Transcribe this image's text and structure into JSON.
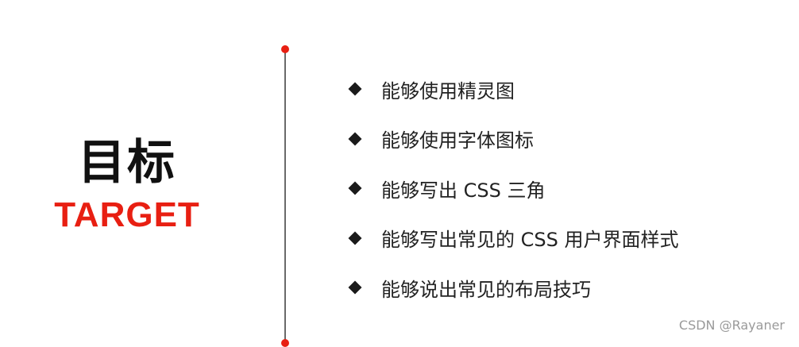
{
  "heading": {
    "title_zh": "目标",
    "title_en": "TARGET"
  },
  "goals": [
    {
      "text": "能够使用精灵图"
    },
    {
      "text": "能够使用字体图标"
    },
    {
      "text": "能够写出 CSS 三角"
    },
    {
      "text": "能够写出常见的 CSS 用户界面样式"
    },
    {
      "text": "能够说出常见的布局技巧"
    }
  ],
  "watermark": "CSDN @Rayaner",
  "colors": {
    "accent": "#e81f12",
    "text": "#222222",
    "divider": "#6a6a6a"
  },
  "icons": {
    "bullet": "diamond-bullet-icon",
    "timeline_node": "dot-icon"
  }
}
